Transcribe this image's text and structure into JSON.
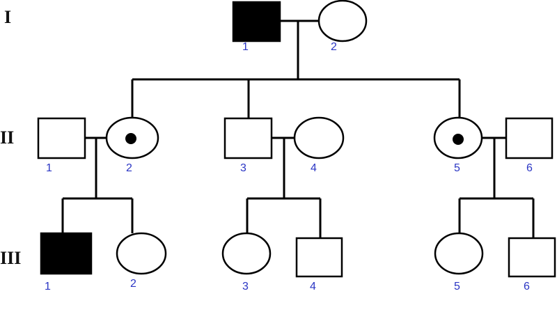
{
  "generations": [
    {
      "label": "I",
      "members": [
        {
          "id": "I-1",
          "number": "1",
          "sex": "male",
          "status": "affected"
        },
        {
          "id": "I-2",
          "number": "2",
          "sex": "female",
          "status": "unaffected"
        }
      ]
    },
    {
      "label": "II",
      "members": [
        {
          "id": "II-1",
          "number": "1",
          "sex": "male",
          "status": "unaffected"
        },
        {
          "id": "II-2",
          "number": "2",
          "sex": "female",
          "status": "carrier"
        },
        {
          "id": "II-3",
          "number": "3",
          "sex": "male",
          "status": "unaffected"
        },
        {
          "id": "II-4",
          "number": "4",
          "sex": "female",
          "status": "unaffected"
        },
        {
          "id": "II-5",
          "number": "5",
          "sex": "female",
          "status": "carrier"
        },
        {
          "id": "II-6",
          "number": "6",
          "sex": "male",
          "status": "unaffected"
        }
      ]
    },
    {
      "label": "III",
      "members": [
        {
          "id": "III-1",
          "number": "1",
          "sex": "male",
          "status": "affected"
        },
        {
          "id": "III-2",
          "number": "2",
          "sex": "female",
          "status": "unaffected"
        },
        {
          "id": "III-3",
          "number": "3",
          "sex": "female",
          "status": "unaffected"
        },
        {
          "id": "III-4",
          "number": "4",
          "sex": "male",
          "status": "unaffected"
        },
        {
          "id": "III-5",
          "number": "5",
          "sex": "female",
          "status": "unaffected"
        },
        {
          "id": "III-6",
          "number": "6",
          "sex": "male",
          "status": "unaffected"
        }
      ]
    }
  ],
  "colors": {
    "affected_fill": "#000000",
    "unaffected_fill": "#ffffff",
    "outline": "#000000",
    "number_color": "#2a35c4"
  }
}
